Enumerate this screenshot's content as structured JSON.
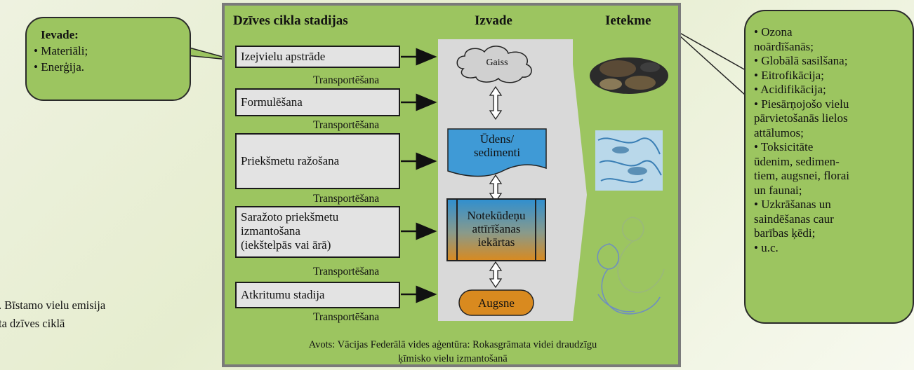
{
  "input_callout": {
    "heading": "Ievade:",
    "items": [
      "• Materiāli;",
      "• Enerģija."
    ]
  },
  "impact_callout": {
    "lines": [
      "• Ozona",
      "noārdīšanās;",
      "• Globālā sasilšana;",
      "• Eitrofikācija;",
      "• Acidifikācija;",
      "• Piesārņojošo vielu",
      "pārvietošanās lielos",
      "attālumos;",
      "• Toksicitāte",
      "ūdenim, sedimen-",
      "tiem, augsnei, florai",
      "un faunai;",
      "• Uzkrāšanas un",
      "saindēšanas caur",
      "barības ķēdi;",
      "• u.c."
    ]
  },
  "headers": {
    "stages": "Dzīves cikla stadijas",
    "output": "Izvade",
    "impact": "Ietekme"
  },
  "stages": [
    {
      "lines": [
        "Izejvielu apstrāde"
      ]
    },
    {
      "lines": [
        "Formulēšana"
      ]
    },
    {
      "lines": [
        "Priekšmetu ražošana"
      ]
    },
    {
      "lines": [
        "Saražoto priekšmetu",
        "izmantošana",
        "(iekštelpās vai ārā)"
      ]
    },
    {
      "lines": [
        "Atkritumu stadija"
      ]
    }
  ],
  "transport_label": "Transportēšana",
  "outputs": {
    "air": "Gaiss",
    "water": [
      "Ūdens/",
      "sedimenti"
    ],
    "wwtp": [
      "Notekūdeņu",
      "attīrīšanas",
      "iekārtas"
    ],
    "soil": "Augsne"
  },
  "source": [
    "Avots: Vācijas Federālā vides aģentūra: Rokasgrāmata videi draudzīgu",
    "ķīmisko vielu izmantošanā"
  ],
  "caption": [
    ". Bīstamo vielu emisija",
    "ta dzīves ciklā"
  ],
  "colors": {
    "panel": "#9cc560",
    "water": "#3f9ad6",
    "soil": "#d98a1f",
    "stage_box": "#e3e3e3"
  }
}
